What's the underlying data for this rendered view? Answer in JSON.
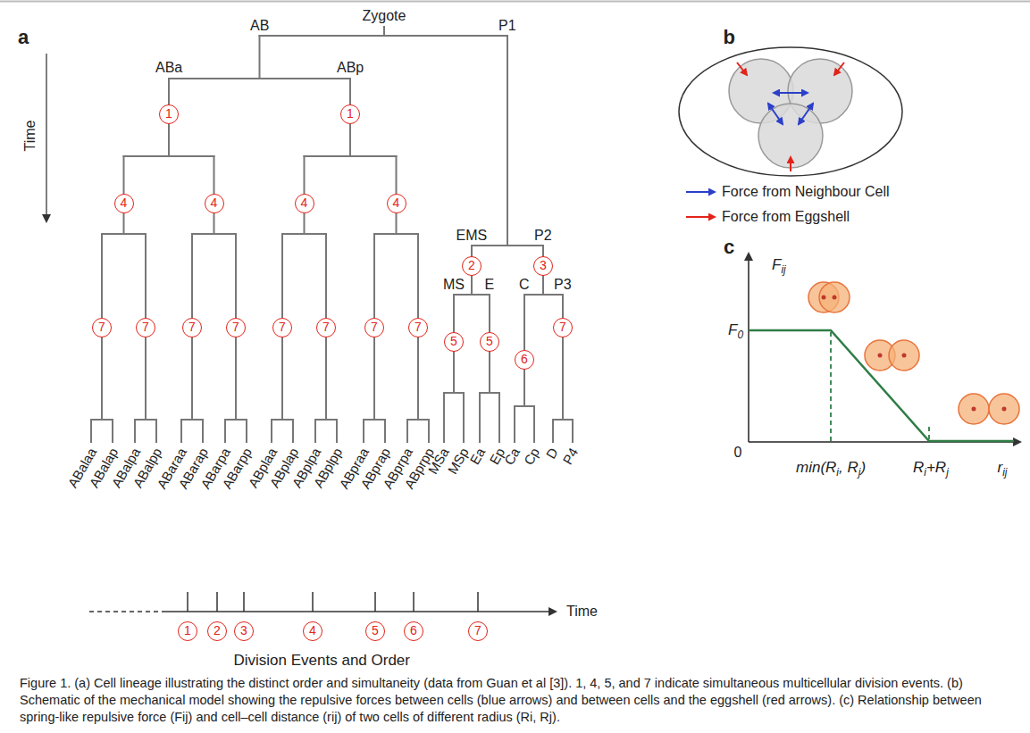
{
  "diagram": {
    "caption": "Figure 1. (a) Cell lineage illustrating the distinct order and simultaneity (data from Guan et al [3]). 1, 4, 5, and 7 indicate simultaneous multicellular division events. (b) Schematic of the mechanical model showing the repulsive forces between cells (blue arrows) and between cells and the eggshell (red arrows). (c) Relationship between spring-like repulsive force (Fij) and cell–cell distance (rij) of two cells of different radius (Ri, Rj).",
    "labels": [
      "a",
      "Zygote",
      "AB",
      "P1",
      "ABa",
      "ABp",
      "EMS",
      "P2",
      "MS",
      "E",
      "C",
      "P3",
      "Time",
      "ABalaa",
      "ABalap",
      "ABalpa",
      "ABalpp",
      "ABaraa",
      "ABarap",
      "ABarpa",
      "ABarpp",
      "ABplaa",
      "ABplap",
      "ABplpa",
      "ABplpp",
      "ABpraa",
      "ABprap",
      "ABprpa",
      "ABprpp",
      "MSa",
      "MSp",
      "Ea",
      "Ep",
      "Ca",
      "Cp",
      "D",
      "P4",
      "1",
      "1",
      "2",
      "3",
      "4",
      "4",
      "4",
      "4",
      "7",
      "7",
      "7",
      "7",
      "7",
      "7",
      "7",
      "7",
      "5",
      "5",
      "6",
      "7",
      "1",
      "2",
      "3",
      "4",
      "5",
      "6",
      "7",
      "Time",
      "Division Events and Order",
      "b",
      "c",
      "Fij",
      "F0",
      "0",
      "min(Ri, Rj)",
      "Ri+Rj",
      "rij"
    ],
    "legend": [
      {
        "text": "Force from Neighbour Cell"
      },
      {
        "text": "Force from Eggshell"
      }
    ]
  }
}
